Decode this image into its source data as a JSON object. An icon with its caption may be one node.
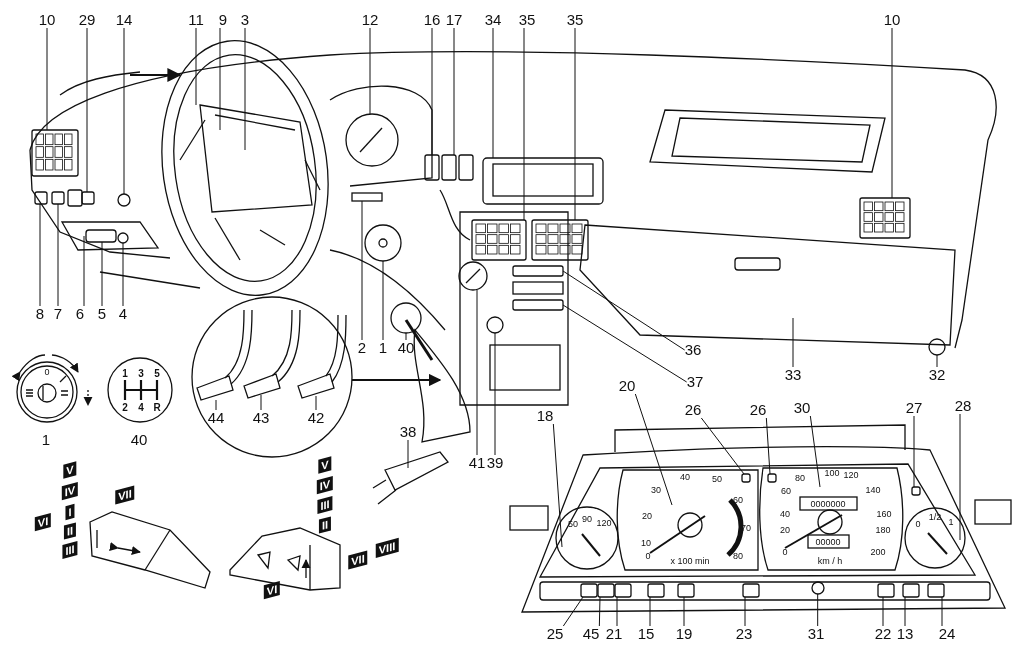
{
  "diagram": {
    "nodes": [
      {
        "text": [
          "10"
        ]
      },
      {
        "text": [
          "29"
        ]
      },
      {
        "text": [
          "14"
        ]
      },
      {
        "text": [
          "11"
        ]
      },
      {
        "text": [
          "9"
        ]
      },
      {
        "text": [
          "3"
        ]
      },
      {
        "text": [
          "12"
        ]
      },
      {
        "text": [
          "16"
        ]
      },
      {
        "text": [
          "17"
        ]
      },
      {
        "text": [
          "34"
        ]
      },
      {
        "text": [
          "35"
        ]
      },
      {
        "text": [
          "35"
        ]
      },
      {
        "text": [
          "10"
        ]
      },
      {
        "text": [
          "8"
        ]
      },
      {
        "text": [
          "7"
        ]
      },
      {
        "text": [
          "6"
        ]
      },
      {
        "text": [
          "5"
        ]
      },
      {
        "text": [
          "4"
        ]
      },
      {
        "text": [
          "2"
        ]
      },
      {
        "text": [
          "1"
        ]
      },
      {
        "text": [
          "40"
        ]
      },
      {
        "text": [
          "36"
        ]
      },
      {
        "text": [
          "37"
        ]
      },
      {
        "text": [
          "33"
        ]
      },
      {
        "text": [
          "32"
        ]
      },
      {
        "text": [
          "44"
        ]
      },
      {
        "text": [
          "43"
        ]
      },
      {
        "text": [
          "42"
        ]
      },
      {
        "text": [
          "41"
        ]
      },
      {
        "text": [
          "39"
        ]
      },
      {
        "text": [
          "38"
        ]
      },
      {
        "text": [
          "20"
        ]
      },
      {
        "text": [
          "26"
        ]
      },
      {
        "text": [
          "26"
        ]
      },
      {
        "text": [
          "30"
        ]
      },
      {
        "text": [
          "27"
        ]
      },
      {
        "text": [
          "28"
        ]
      },
      {
        "text": [
          "18"
        ]
      },
      {
        "text": [
          "25"
        ]
      },
      {
        "text": [
          "45"
        ]
      },
      {
        "text": [
          "21"
        ]
      },
      {
        "text": [
          "15"
        ]
      },
      {
        "text": [
          "19"
        ]
      },
      {
        "text": [
          "23"
        ]
      },
      {
        "text": [
          "31"
        ]
      },
      {
        "text": [
          "22"
        ]
      },
      {
        "text": [
          "13"
        ]
      },
      {
        "text": [
          "24"
        ]
      },
      {
        "text": [],
        "shape": "box"
      },
      {
        "text": [],
        "shape": "box"
      },
      {
        "text": [],
        "shape": "box"
      },
      {
        "text": [],
        "shape": "box"
      },
      {
        "text": [],
        "shape": "circle"
      },
      {
        "text": [],
        "shape": "circle"
      },
      {
        "text": [],
        "shape": "circle"
      },
      {
        "text": [],
        "shape": "box"
      },
      {
        "text": [],
        "shape": "box"
      },
      {
        "text": [],
        "shape": "box"
      },
      {
        "text": [],
        "shape": "circle"
      },
      {
        "text": [],
        "shape": "box"
      },
      {
        "text": [],
        "shape": "box"
      },
      {
        "text": [],
        "shape": "circle"
      },
      {
        "text": [],
        "shape": "box"
      },
      {
        "text": [],
        "shape": "box"
      },
      {
        "text": [],
        "shape": "box"
      },
      {
        "text": [],
        "shape": "box"
      },
      {
        "text": [],
        "shape": "box"
      },
      {
        "text": [],
        "shape": "box"
      },
      {
        "text": [],
        "shape": "box"
      },
      {
        "text": [],
        "shape": "box"
      },
      {
        "text": [],
        "shape": "box"
      },
      {
        "text": [],
        "shape": "box"
      },
      {
        "text": [],
        "shape": "circle"
      },
      {
        "text": [],
        "shape": "box"
      },
      {
        "text": [],
        "shape": "box"
      },
      {
        "text": [],
        "shape": "box"
      },
      {
        "text": [],
        "shape": "box"
      }
    ],
    "edges": [
      {
        "from": 0,
        "to": 48,
        "arrow": "none"
      },
      {
        "from": 1,
        "to": 51,
        "arrow": "none"
      },
      {
        "from": 2,
        "to": 53,
        "arrow": "none"
      },
      {
        "from": 3,
        "to": null,
        "arrow": "none"
      },
      {
        "from": 4,
        "to": null,
        "arrow": "none"
      },
      {
        "from": 5,
        "to": null,
        "arrow": "none"
      },
      {
        "from": 6,
        "to": null,
        "arrow": "none"
      },
      {
        "from": 7,
        "to": 55,
        "arrow": "none"
      },
      {
        "from": 8,
        "to": 56,
        "arrow": "none"
      },
      {
        "from": 9,
        "to": null,
        "arrow": "none"
      },
      {
        "from": 10,
        "to": 57,
        "arrow": "none"
      },
      {
        "from": 11,
        "to": 59,
        "arrow": "none"
      },
      {
        "from": 12,
        "to": 60,
        "arrow": "none"
      },
      {
        "from": 13,
        "to": 49,
        "arrow": "none"
      },
      {
        "from": 14,
        "to": 50,
        "arrow": "none"
      },
      {
        "from": 15,
        "to": null,
        "arrow": "none"
      },
      {
        "from": 16,
        "to": null,
        "arrow": "none"
      },
      {
        "from": 17,
        "to": 52,
        "arrow": "none"
      },
      {
        "from": 18,
        "to": null,
        "arrow": "none"
      },
      {
        "from": 19,
        "to": 54,
        "arrow": "none"
      },
      {
        "from": 20,
        "to": null,
        "arrow": "none"
      },
      {
        "from": 21,
        "to": 62,
        "arrow": "none"
      },
      {
        "from": 22,
        "to": 63,
        "arrow": "none"
      },
      {
        "from": 23,
        "to": null,
        "arrow": "none"
      },
      {
        "from": 24,
        "to": 61,
        "arrow": "none"
      },
      {
        "from": 25,
        "to": null,
        "arrow": "none"
      },
      {
        "from": 26,
        "to": null,
        "arrow": "none"
      },
      {
        "from": 27,
        "to": null,
        "arrow": "none"
      },
      {
        "from": 28,
        "to": null,
        "arrow": "none"
      },
      {
        "from": 29,
        "to": 58,
        "arrow": "none"
      },
      {
        "from": 30,
        "to": null,
        "arrow": "none"
      },
      {
        "from": 31,
        "to": null,
        "arrow": "none"
      },
      {
        "from": 32,
        "to": 69,
        "arrow": "none"
      },
      {
        "from": 33,
        "to": 71,
        "arrow": "none"
      },
      {
        "from": 34,
        "to": null,
        "arrow": "none"
      },
      {
        "from": 35,
        "to": 75,
        "arrow": "none"
      },
      {
        "from": 36,
        "to": null,
        "arrow": "none"
      },
      {
        "from": 37,
        "to": null,
        "arrow": "none"
      },
      {
        "from": 38,
        "to": 64,
        "arrow": "none"
      },
      {
        "from": 39,
        "to": 65,
        "arrow": "none"
      },
      {
        "from": 40,
        "to": 66,
        "arrow": "none"
      },
      {
        "from": 41,
        "to": 67,
        "arrow": "none"
      },
      {
        "from": 42,
        "to": 68,
        "arrow": "none"
      },
      {
        "from": 43,
        "to": 70,
        "arrow": "none"
      },
      {
        "from": 44,
        "to": 72,
        "arrow": "none"
      },
      {
        "from": 45,
        "to": 73,
        "arrow": "none"
      },
      {
        "from": 46,
        "to": 74,
        "arrow": "none"
      },
      {
        "from": 47,
        "to": 76,
        "arrow": "none"
      }
    ],
    "labels": [
      "0",
      "1",
      "1",
      "3",
      "5",
      "2",
      "4",
      "R",
      "40",
      "V",
      "IV",
      "VII",
      "VI",
      "I",
      "II",
      "III",
      "V",
      "IV",
      "III",
      "II",
      "VIII",
      "VII",
      "VI",
      "50",
      "90",
      "120",
      "40",
      "50",
      "30",
      "60",
      "20",
      "70",
      "10",
      "0",
      "x 100 min",
      "80",
      "80",
      "100",
      "120",
      "60",
      "140",
      "0000000",
      "40",
      "160",
      "20",
      "180",
      "00000",
      "0",
      "200",
      "km / h",
      "0",
      "1/2",
      "1"
    ]
  }
}
